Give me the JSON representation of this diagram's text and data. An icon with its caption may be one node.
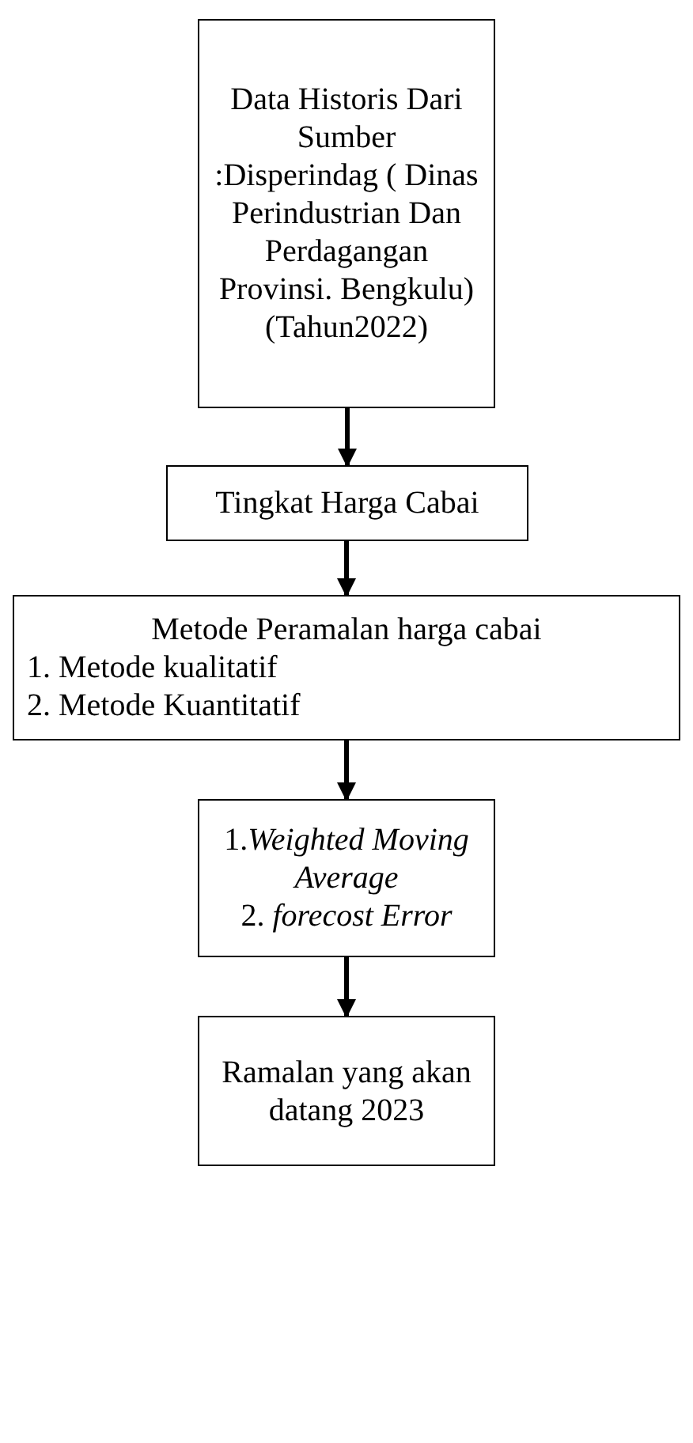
{
  "diagram": {
    "nodes": [
      {
        "text": [
          "Data Historis Dari Sumber :Disperindag ( Dinas Perindustrian Dan Perdagangan Provinsi. Bengkulu) (Tahun2022)"
        ]
      },
      {
        "text": [
          "Tingkat Harga Cabai"
        ]
      },
      {
        "text": [
          "Metode Peramalan harga cabai",
          "1. Metode kualitatif",
          "2. Metode Kuantitatif"
        ]
      },
      {
        "text": [
          "1.*Weighted Moving Average*",
          "2. *forecost Error*"
        ]
      },
      {
        "text": [
          "Ramalan yang akan datang 2023"
        ]
      }
    ],
    "edges": [
      {
        "from": 0,
        "to": 1,
        "arrow": "to"
      },
      {
        "from": 1,
        "to": 2,
        "arrow": "to"
      },
      {
        "from": 2,
        "to": 3,
        "arrow": "to"
      },
      {
        "from": 3,
        "to": 4,
        "arrow": "to"
      }
    ]
  }
}
